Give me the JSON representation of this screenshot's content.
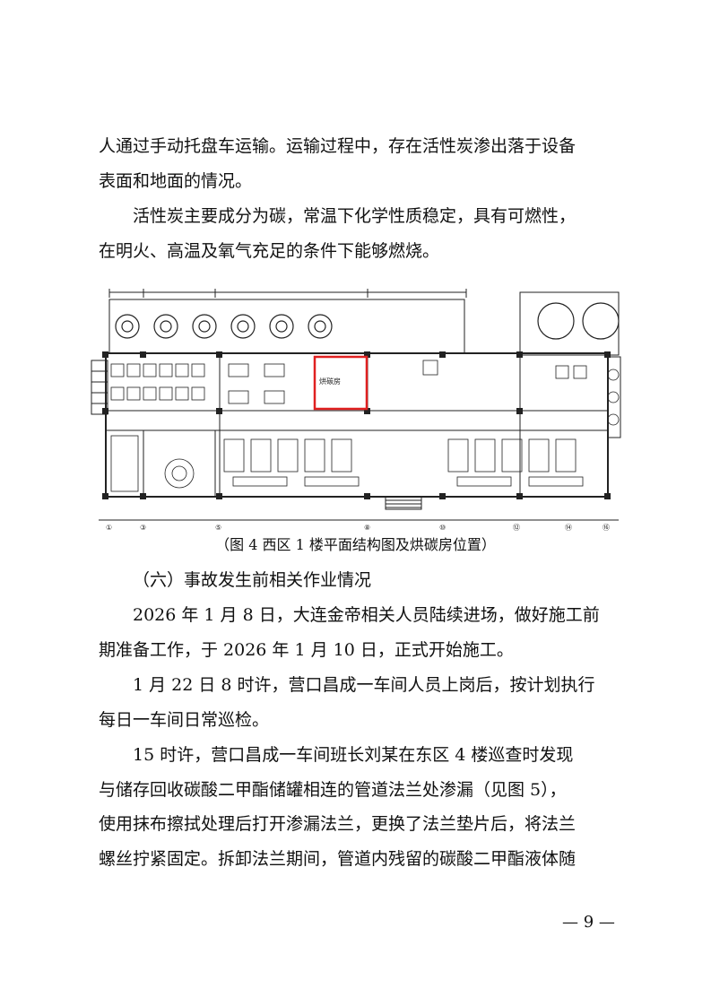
{
  "paragraph1": {
    "lines": [
      "人通过手动托盘车运输。运输过程中，存在活性炭渗出落于设备",
      "表面和地面的情况。"
    ]
  },
  "paragraph2": {
    "lines": [
      "活性炭主要成分为碳，常温下化学性质稳定，具有可燃性，",
      "在明火、高温及氧气充足的条件下能够燃烧。"
    ]
  },
  "figure": {
    "room_label": "烘碳房",
    "highlight_color": "#e02020",
    "axis_labels": [
      "①",
      "③",
      "⑤",
      "⑧",
      "⑩",
      "⑫",
      "⑭",
      "⑯"
    ],
    "caption": "（图 4 西区 1 楼平面结构图及烘碳房位置）"
  },
  "section": {
    "heading": "（六）事故发生前相关作业情况"
  },
  "paragraph3": {
    "lines": [
      "2026 年 1 月 8 日，大连金帝相关人员陆续进场，做好施工前",
      "期准备工作，于 2026 年 1 月 10 日，正式开始施工。"
    ]
  },
  "paragraph4": {
    "lines": [
      "1 月 22 日 8 时许，营口昌成一车间人员上岗后，按计划执行",
      "每日一车间日常巡检。"
    ]
  },
  "paragraph5": {
    "lines": [
      "15 时许，营口昌成一车间班长刘某在东区 4 楼巡查时发现",
      "与储存回收碳酸二甲酯储罐相连的管道法兰处渗漏（见图 5），",
      "使用抹布擦拭处理后打开渗漏法兰，更换了法兰垫片后，将法兰",
      "螺丝拧紧固定。拆卸法兰期间，管道内残留的碳酸二甲酯液体随"
    ]
  },
  "footer": {
    "page_number": "— 9 —"
  }
}
